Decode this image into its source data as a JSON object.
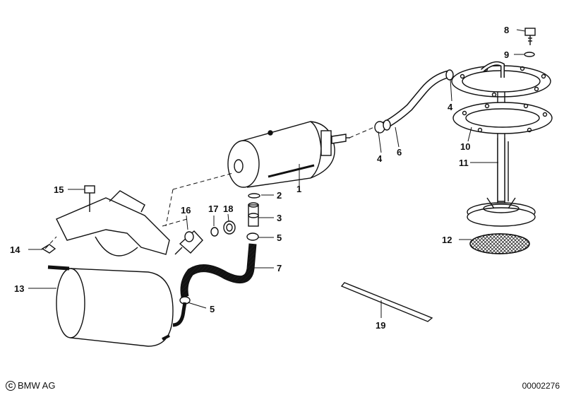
{
  "diagram": {
    "callouts": [
      {
        "id": "c1",
        "label": "1"
      },
      {
        "id": "c2",
        "label": "2"
      },
      {
        "id": "c3",
        "label": "3"
      },
      {
        "id": "c4a",
        "label": "4"
      },
      {
        "id": "c4b",
        "label": "4"
      },
      {
        "id": "c5a",
        "label": "5"
      },
      {
        "id": "c5b",
        "label": "5"
      },
      {
        "id": "c6",
        "label": "6"
      },
      {
        "id": "c7",
        "label": "7"
      },
      {
        "id": "c8",
        "label": "8"
      },
      {
        "id": "c9",
        "label": "9"
      },
      {
        "id": "c10",
        "label": "10"
      },
      {
        "id": "c11",
        "label": "11"
      },
      {
        "id": "c12",
        "label": "12"
      },
      {
        "id": "c13",
        "label": "13"
      },
      {
        "id": "c14",
        "label": "14"
      },
      {
        "id": "c15",
        "label": "15"
      },
      {
        "id": "c16",
        "label": "16"
      },
      {
        "id": "c17",
        "label": "17"
      },
      {
        "id": "c18",
        "label": "18"
      },
      {
        "id": "c19",
        "label": "19"
      }
    ]
  },
  "footer": {
    "copyright_symbol": "C",
    "brand": "BMW AG",
    "image_number": "00002276"
  },
  "colors": {
    "ink": "#111111",
    "paper": "#ffffff"
  }
}
